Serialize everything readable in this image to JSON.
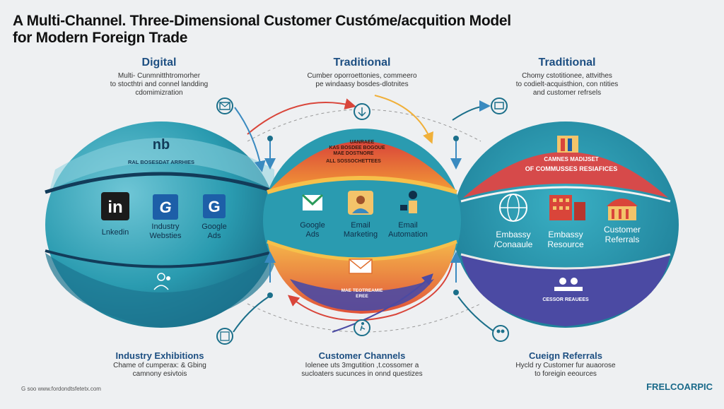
{
  "title": {
    "line1": "A Multi-Channel. Three-Dimensional Customer Custóme/acquition Model",
    "line2": "for Modern Foreign Trade"
  },
  "columns": [
    {
      "heading": "Digital",
      "desc1": "Multi- Cunmnitthtromorher",
      "desc2": "to stocthtri and connel landding",
      "desc3": "cdomimizration"
    },
    {
      "heading": "Traditional",
      "desc1": "Cumber oporroettonies, commeero",
      "desc2": "pe windaasy bosdes-dlotnites",
      "desc3": ""
    },
    {
      "heading": "Traditional",
      "desc1": "Chomy cstotitionee, attvithes",
      "desc2": "to codielt-acquisthion, con ntities",
      "desc3": "and customer refrsels"
    }
  ],
  "left_sphere": {
    "logo": "nb",
    "band": "RAL BOSESDAT ARRHIES",
    "items": [
      {
        "icon": "linkedin-icon",
        "glyph": "in",
        "label": "Lnkedin",
        "color": "#1b1b1b"
      },
      {
        "icon": "industry-icon",
        "glyph": "G",
        "label1": "Industry",
        "label2": "Websties",
        "color": "#1d5fa8"
      },
      {
        "icon": "google-icon",
        "glyph": "G",
        "label1": "Google",
        "label2": "Ads",
        "color": "#1d5fa8"
      }
    ]
  },
  "center_sphere": {
    "top1": "UANRAEE",
    "top2": "KAS  BOSDEE  BOGOUE",
    "top3": "MAE DOSTNORE",
    "top4": "ALL SOSSOCHETTEES",
    "items": [
      {
        "icon": "gmail-icon",
        "label1": "Google",
        "label2": "Ads"
      },
      {
        "icon": "email-icon",
        "label1": "Email",
        "label2": "Marketing"
      },
      {
        "icon": "automation-icon",
        "label1": "Email",
        "label2": "Automation"
      }
    ],
    "bottom1": "MAE TEOTREAMIE",
    "bottom2": "EREE"
  },
  "right_sphere": {
    "band1": "CAMNES MADIJSET",
    "band2": "OF COMMUSSES RESIAFICES",
    "items": [
      {
        "icon": "globe-icon",
        "label1": "Embassy",
        "label2": "/Conaaule"
      },
      {
        "icon": "building-icon",
        "label1": "Embassy",
        "label2": "Resource"
      },
      {
        "icon": "museum-icon",
        "label1": "Customer",
        "label2": "Referrals"
      }
    ],
    "bottom": "CESSOR REAUEES"
  },
  "bottom": [
    {
      "heading": "Industry Exhibitions",
      "desc1": "Chame of cumperax: & Gbing",
      "desc2": "camnony esivtois"
    },
    {
      "heading": "Customer Channels",
      "desc1": "Iolenee uts 3mgutition ,t.cossomer a",
      "desc2": "sucloaters sucunces in onnd questizes"
    },
    {
      "heading": "Cueign Referrals",
      "desc1": "Hycld ry Customer fur auaorose",
      "desc2": "to foreigin eeources"
    }
  ],
  "footer": {
    "left": "G soo   www.fordondtsfetetx.com",
    "brand": "FRELCOARPIC"
  },
  "colors": {
    "teal": "#2a9bb0",
    "dark_teal": "#1b6f8a",
    "navy": "#1d4f82",
    "red": "#d9453a",
    "orange": "#f09a3a",
    "purple": "#4b4aa3"
  }
}
